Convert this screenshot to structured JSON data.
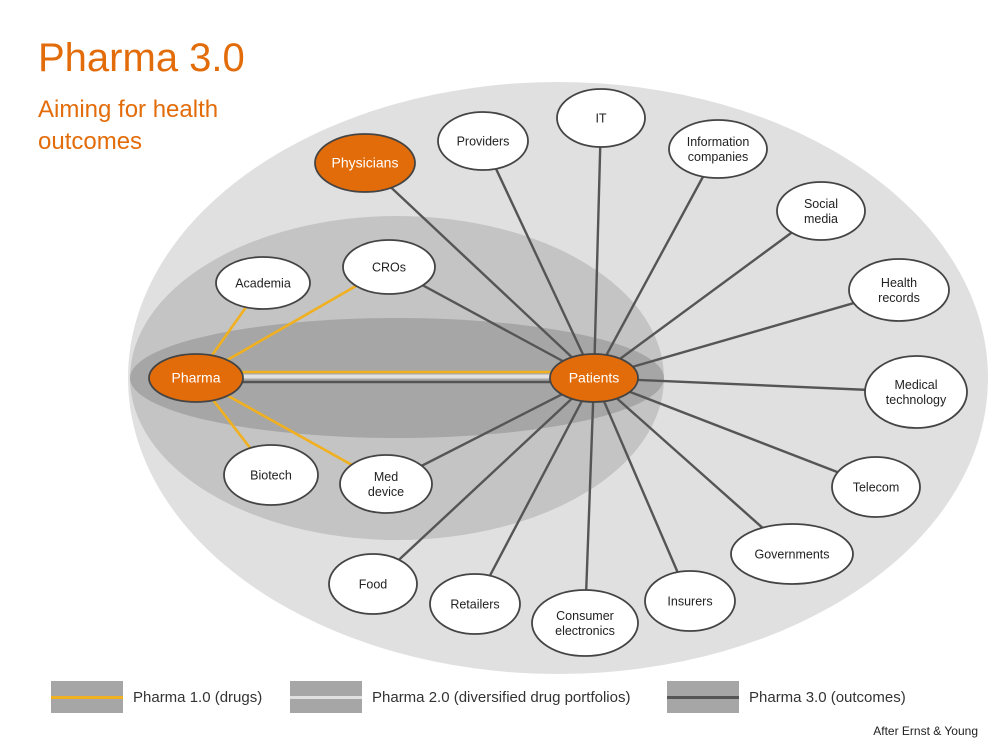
{
  "title": "Pharma 3.0",
  "subtitle": "Aiming for health outcomes",
  "colors": {
    "accent": "#e36c0a",
    "pharma1_line": "#f0b020",
    "pharma2_line": "#e0e0e0",
    "pharma3_line": "#555555",
    "outer_ellipse": "#e0e0e0",
    "mid_ellipse": "#c4c4c4",
    "inner_ellipse": "#a6a6a6"
  },
  "nodes": {
    "pharma": [
      "Pharma"
    ],
    "patients": [
      "Patients"
    ],
    "physicians": [
      "Physicians"
    ],
    "academia": [
      "Academia"
    ],
    "cros": [
      "CROs"
    ],
    "biotech": [
      "Biotech"
    ],
    "med_device": [
      "Med",
      "device"
    ],
    "providers": [
      "Providers"
    ],
    "it": [
      "IT"
    ],
    "information_companies": [
      "Information",
      "companies"
    ],
    "social_media": [
      "Social",
      "media"
    ],
    "health_records": [
      "Health",
      "records"
    ],
    "medical_technology": [
      "Medical",
      "technology"
    ],
    "telecom": [
      "Telecom"
    ],
    "governments": [
      "Governments"
    ],
    "insurers": [
      "Insurers"
    ],
    "consumer_electronics": [
      "Consumer",
      "electronics"
    ],
    "retailers": [
      "Retailers"
    ],
    "food": [
      "Food"
    ]
  },
  "edges": {
    "pharma_1_0": [
      [
        "pharma",
        "academia"
      ],
      [
        "pharma",
        "cros"
      ],
      [
        "pharma",
        "biotech"
      ],
      [
        "pharma",
        "med_device"
      ],
      [
        "pharma",
        "patients"
      ]
    ],
    "pharma_2_0": [
      [
        "pharma",
        "patients"
      ]
    ],
    "pharma_3_0": [
      [
        "patients",
        "physicians"
      ],
      [
        "patients",
        "cros"
      ],
      [
        "patients",
        "med_device"
      ],
      [
        "patients",
        "providers"
      ],
      [
        "patients",
        "it"
      ],
      [
        "patients",
        "information_companies"
      ],
      [
        "patients",
        "social_media"
      ],
      [
        "patients",
        "health_records"
      ],
      [
        "patients",
        "medical_technology"
      ],
      [
        "patients",
        "telecom"
      ],
      [
        "patients",
        "governments"
      ],
      [
        "patients",
        "insurers"
      ],
      [
        "patients",
        "consumer_electronics"
      ],
      [
        "patients",
        "retailers"
      ],
      [
        "patients",
        "food"
      ]
    ]
  },
  "legend": {
    "pharma1": "Pharma 1.0 (drugs)",
    "pharma2": "Pharma 2.0 (diversified drug portfolios)",
    "pharma3": "Pharma 3.0 (outcomes)"
  },
  "credit": "After Ernst & Young"
}
